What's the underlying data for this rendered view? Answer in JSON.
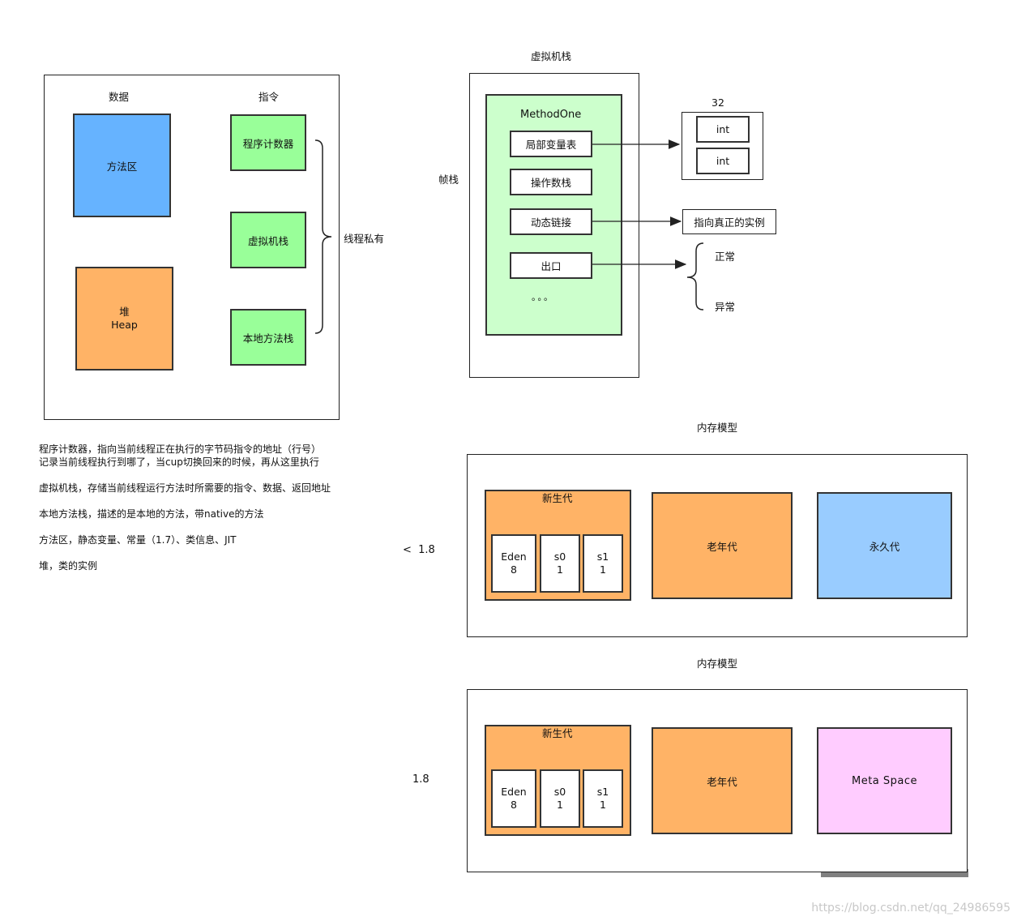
{
  "left_diagram": {
    "data_header": "数据",
    "instr_header": "指令",
    "method_area": "方法区",
    "heap": "堆\nHeap",
    "pc": "程序计数器",
    "vm_stack": "虚拟机栈",
    "native_stack": "本地方法栈",
    "thread_private": "线程私有"
  },
  "stack_diagram": {
    "title": "虚拟机栈",
    "frame_label": "帧栈",
    "method": "MethodOne",
    "local_vars": "局部变量表",
    "operand_stack": "操作数栈",
    "dynamic_link": "动态链接",
    "exit": "出口",
    "ellipsis": "。。。",
    "slot_size": "32",
    "slot1": "int",
    "slot2": "int",
    "points_to": "指向真正的实例",
    "normal": "正常",
    "abnormal": "异常"
  },
  "notes": {
    "line1": "程序计数器，指向当前线程正在执行的字节码指令的地址（行号）",
    "line2": "记录当前线程执行到哪了，当cup切换回来的时候，再从这里执行",
    "line3": "虚拟机栈，存储当前线程运行方法时所需要的指令、数据、返回地址",
    "line4": "本地方法栈，描述的是本地的方法，带native的方法",
    "line5": "方法区，静态变量、常量（1.7）、类信息、JIT",
    "line6": "堆，类的实例"
  },
  "memory_model_1": {
    "title": "内存模型",
    "version": "<  1.8",
    "young": "新生代",
    "eden": "Eden\n8",
    "s0": "s0\n1",
    "s1": "s1\n1",
    "old": "老年代",
    "perm": "永久代"
  },
  "memory_model_2": {
    "title": "内存模型",
    "version": "1.8",
    "young": "新生代",
    "eden": "Eden\n8",
    "s0": "s0\n1",
    "s1": "s1\n1",
    "old": "老年代",
    "meta": "Meta Space"
  },
  "watermark": "https://blog.csdn.net/qq_24986595"
}
